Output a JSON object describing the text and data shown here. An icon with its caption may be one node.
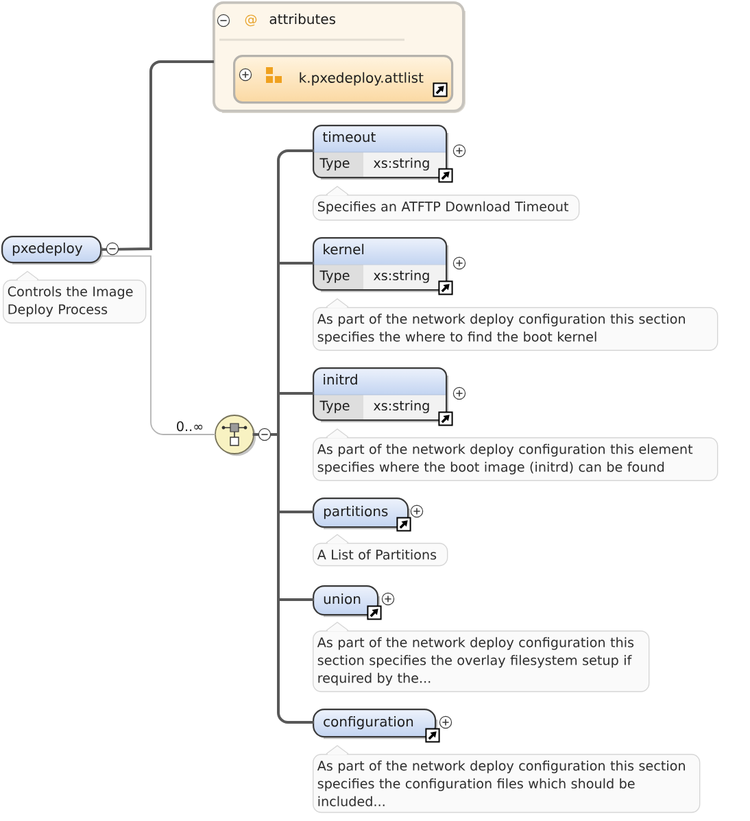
{
  "diagram": {
    "nodes": [
      {
        "text": [
          "pxedeploy"
        ],
        "beside": [
          "Controls the Image Deploy Process"
        ]
      },
      {
        "text": [
          "@",
          "attributes"
        ]
      },
      {
        "text": [
          "k.pxedeploy.attlist"
        ],
        "in": 1
      },
      {
        "text": [],
        "shape": "circle"
      },
      {
        "text": [
          "timeout",
          "Type",
          "xs:string"
        ],
        "beside": [
          "Specifies an ATFTP Download Timeout"
        ]
      },
      {
        "text": [
          "kernel",
          "Type",
          "xs:string"
        ],
        "beside": [
          "As part of the network deploy configuration this section specifies the where to find the boot kernel"
        ]
      },
      {
        "text": [
          "initrd",
          "Type",
          "xs:string"
        ],
        "beside": [
          "As part of the network deploy configuration this element specifies where the boot image (initrd) can be found"
        ]
      },
      {
        "text": [
          "partitions"
        ],
        "beside": [
          "A List of Partitions"
        ]
      },
      {
        "text": [
          "union"
        ],
        "beside": [
          "As part of the network deploy configuration this section specifies the overlay filesystem setup if required by the..."
        ]
      },
      {
        "text": [
          "configuration"
        ],
        "beside": [
          "As part of the network deploy configuration this section specifies the configuration files which should be included..."
        ]
      }
    ],
    "edges": [
      {
        "from": 0,
        "to": 1,
        "arrow": "none"
      },
      {
        "from": 0,
        "to": 3,
        "arrow": "none",
        "label": "0..∞",
        "color": "#b4b4b4"
      },
      {
        "from": 3,
        "to": 4,
        "arrow": "none"
      },
      {
        "from": 3,
        "to": 5,
        "arrow": "none"
      },
      {
        "from": 3,
        "to": 6,
        "arrow": "none"
      },
      {
        "from": 3,
        "to": 7,
        "arrow": "none"
      },
      {
        "from": 3,
        "to": 8,
        "arrow": "none"
      },
      {
        "from": 3,
        "to": 9,
        "arrow": "none"
      }
    ]
  }
}
